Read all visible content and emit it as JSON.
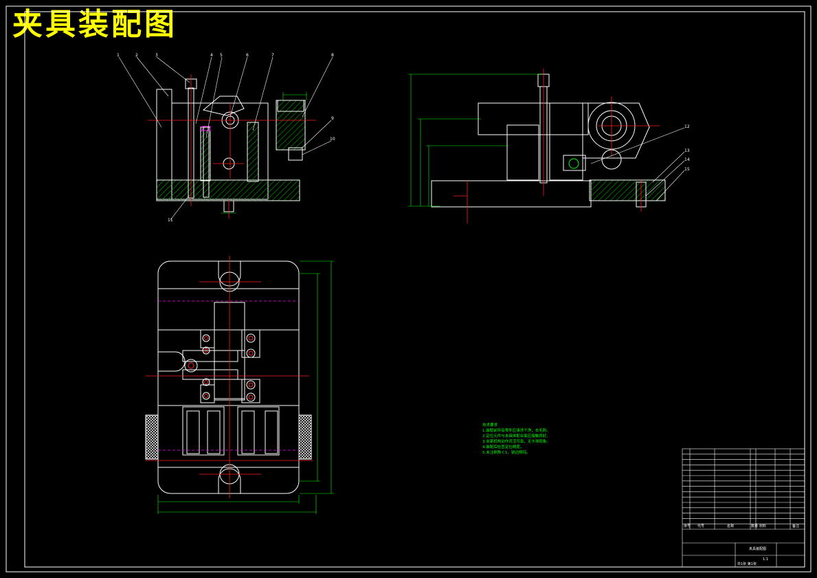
{
  "drawing": {
    "title": "夹具装配图",
    "colors": {
      "background": "#000000",
      "outline": "#ffffff",
      "title": "#ffff00",
      "centerline": "#ff2020",
      "dimension": "#00ff00",
      "hatch": "#00c000",
      "hidden": "#ff00ff",
      "cyan": "#00ffff"
    },
    "balloons": [
      "1",
      "2",
      "3",
      "4",
      "5",
      "6",
      "7",
      "8",
      "9",
      "10",
      "11",
      "12",
      "13",
      "14",
      "15"
    ],
    "notes": {
      "heading": "技术要求",
      "lines": [
        "1.装配前所有零件应清洗干净，去毛刺。",
        "2.定位元件与夹具体配合面应接触良好。",
        "3.夹紧机构动作灵活可靠，无卡滞现象。",
        "4.装配后检查定位精度。",
        "5.未注倒角 C1，锐边倒钝。"
      ]
    },
    "title_block": {
      "header": [
        "序号",
        "代号",
        "名称",
        "数量",
        "材料",
        "备注"
      ],
      "drawing_name": "夹具装配图",
      "scale": "1:1",
      "sheet": "共1张 第1张"
    }
  }
}
